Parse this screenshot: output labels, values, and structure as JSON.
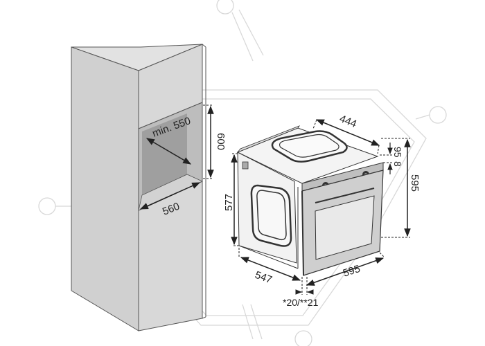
{
  "dimensions": {
    "cabinet_width_min": "min. 550",
    "cabinet_height": "600",
    "cabinet_depth": "560",
    "oven_top_depth": "444",
    "panel_offset_top": "95",
    "panel_offset_small": "8",
    "oven_height": "595",
    "oven_side_height": "577",
    "oven_width": "595",
    "oven_depth": "547",
    "door_thickness": "*20/**21"
  },
  "colors": {
    "cabinet_fill": "#d3d3d3",
    "cabinet_stroke": "#555555",
    "oven_front": "#cfcfcf",
    "watermark": "#d8d8d8",
    "ink": "#222222"
  },
  "watermark": {
    "brand_icon": "brand-logo-watermark"
  }
}
